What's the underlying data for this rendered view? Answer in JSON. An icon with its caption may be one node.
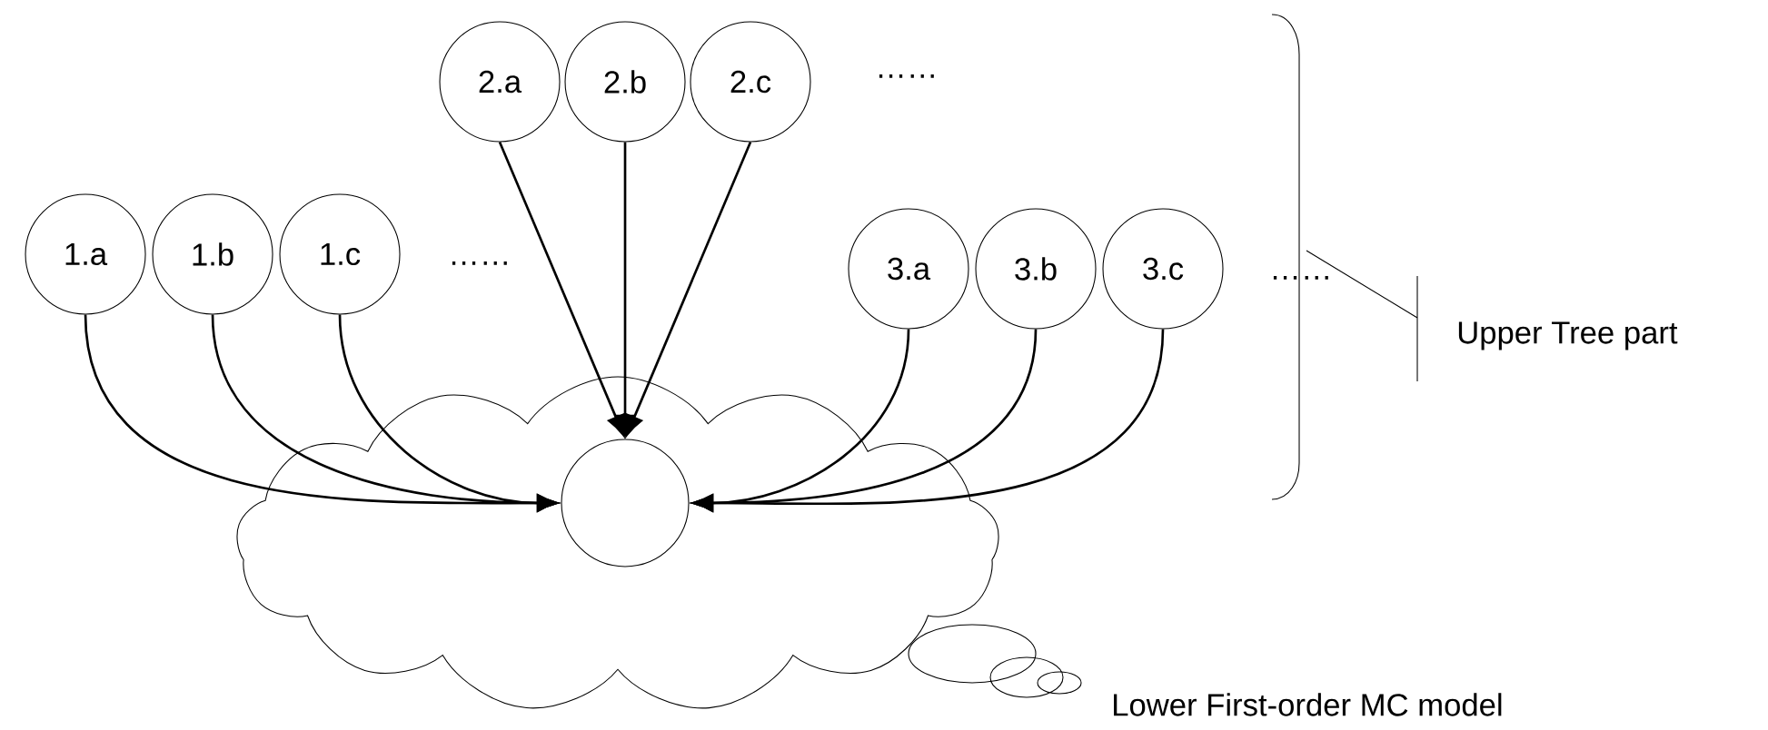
{
  "diagram": {
    "nodes": [
      {
        "text": [
          "1.a"
        ]
      },
      {
        "text": [
          "1.b"
        ]
      },
      {
        "text": [
          "1.c"
        ]
      },
      {
        "text": [
          "2.a"
        ]
      },
      {
        "text": [
          "2.b"
        ]
      },
      {
        "text": [
          "2.c"
        ]
      },
      {
        "text": [
          "3.a"
        ]
      },
      {
        "text": [
          "3.b"
        ]
      },
      {
        "text": [
          "3.c"
        ]
      },
      {
        "text": [],
        "shape": "cloud",
        "beside": [
          "Lower  First-order  MC  model"
        ]
      },
      {
        "text": [],
        "shape": "circle",
        "in": 9
      }
    ],
    "edges": [
      {
        "from": 0,
        "to": 10,
        "arrow": "to"
      },
      {
        "from": 1,
        "to": 10,
        "arrow": "to"
      },
      {
        "from": 2,
        "to": 10,
        "arrow": "to"
      },
      {
        "from": 3,
        "to": 10,
        "arrow": "to"
      },
      {
        "from": 4,
        "to": 10,
        "arrow": "to"
      },
      {
        "from": 5,
        "to": 10,
        "arrow": "to"
      },
      {
        "from": 6,
        "to": 10,
        "arrow": "to"
      },
      {
        "from": 7,
        "to": 10,
        "arrow": "to"
      },
      {
        "from": 8,
        "to": 10,
        "arrow": "to"
      }
    ],
    "labels": [
      "……",
      "……",
      "……",
      "Upper Tree part"
    ]
  }
}
